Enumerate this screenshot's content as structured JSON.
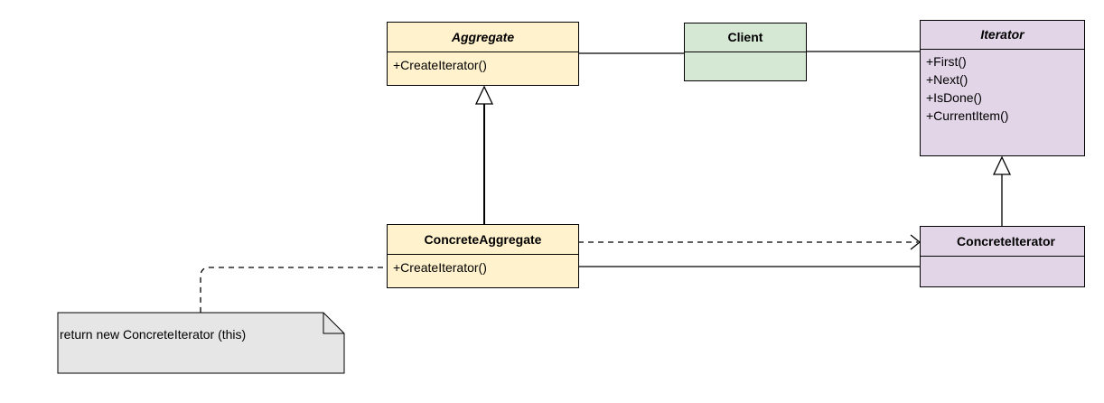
{
  "classes": {
    "aggregate": {
      "name": "Aggregate",
      "operations": [
        "+CreateIterator()"
      ]
    },
    "client": {
      "name": "Client"
    },
    "iterator": {
      "name": "Iterator",
      "operations": [
        "+First()",
        "+Next()",
        "+IsDone()",
        "+CurrentItem()"
      ]
    },
    "concrete_aggregate": {
      "name": "ConcreteAggregate",
      "operations": [
        "+CreateIterator()"
      ]
    },
    "concrete_iterator": {
      "name": "ConcreteIterator"
    }
  },
  "note": {
    "text": "return new ConcreteIterator (this)"
  },
  "colors": {
    "aggregate_fill": "#fff2cc",
    "client_fill": "#d5e8d4",
    "iterator_fill": "#e1d5e7",
    "note_fill": "#e6e6e6",
    "line": "#000000"
  }
}
